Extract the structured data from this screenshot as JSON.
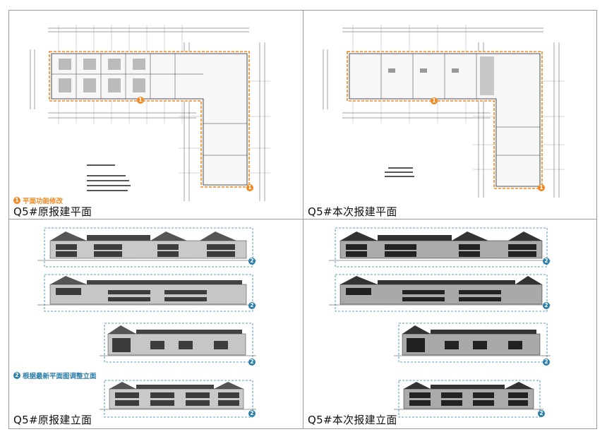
{
  "captions": {
    "plan_original": "Q5#原报建平面",
    "plan_current": "Q5#本次报建平面",
    "elev_original": "Q5#原报建立面",
    "elev_current": "Q5#本次报建立面"
  },
  "notes": {
    "plan_change": {
      "num": "1",
      "text": "平面功能修改"
    },
    "elev_change": {
      "num": "2",
      "text": "根据最新平面图调整立面"
    }
  },
  "markers": {
    "plan": "1",
    "elev": "2"
  },
  "colors": {
    "accent_orange": "#f08a24",
    "accent_teal": "#2c7fa8",
    "line": "#333333"
  }
}
